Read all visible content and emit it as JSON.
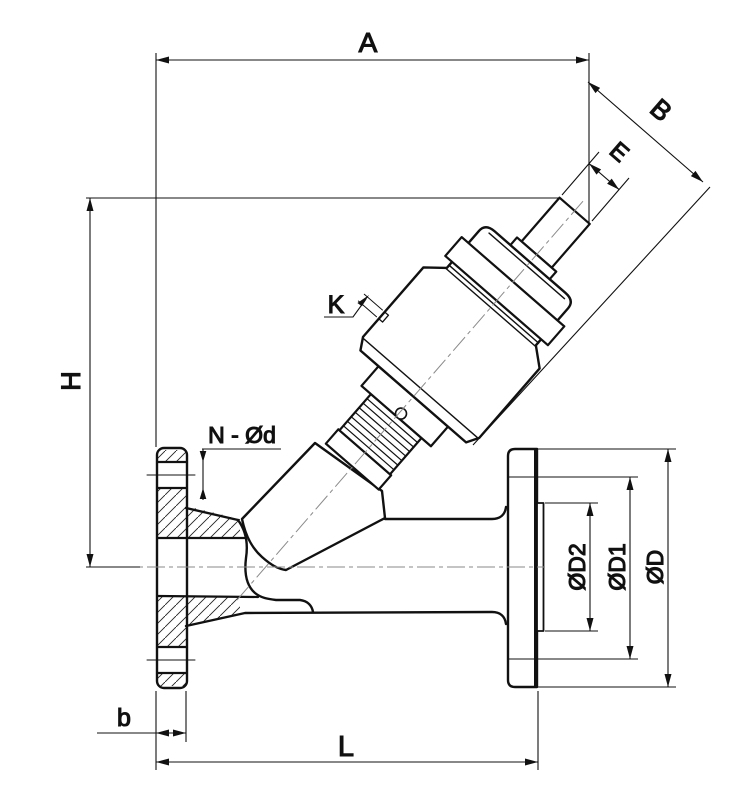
{
  "drawing": {
    "type": "technical-dimension-drawing",
    "subject": "angle-seat valve with inclined pneumatic actuator, flanged ends",
    "view": "side elevation, left flange in section",
    "actuator_angle_deg": 49
  },
  "labels": {
    "dim_a": "A",
    "dim_b_diag": "B",
    "dim_e": "E",
    "dim_k": "K",
    "dim_h": "H",
    "bolt_callout": "N - Ød",
    "dia_d2": "ØD2",
    "dia_d1": "ØD1",
    "dia_d": "ØD",
    "dim_b_small": "b",
    "dim_l": "L"
  },
  "colors": {
    "background": "#ffffff",
    "line": "#111111",
    "centerline": "#8a8a8a",
    "hatch": "#222222"
  }
}
